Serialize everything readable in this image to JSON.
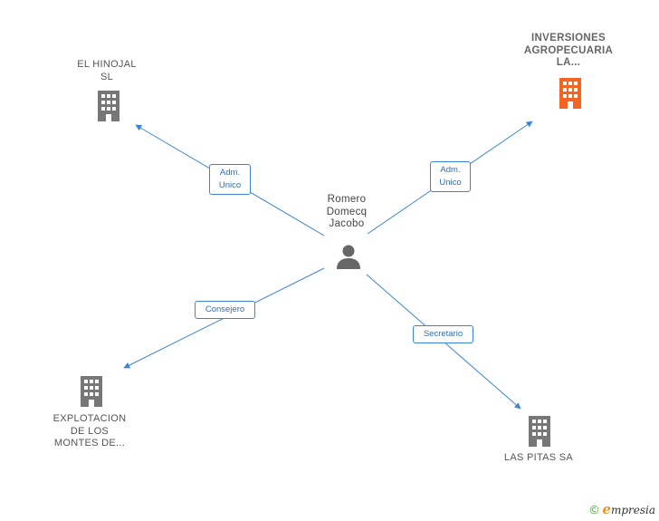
{
  "person": {
    "name_lines": [
      "Romero",
      "Domecq",
      "Jacobo"
    ],
    "icon": "person-icon"
  },
  "companies": [
    {
      "id": "el-hinojal",
      "label_lines": [
        "EL HINOJAL",
        "SL"
      ],
      "icon": "building-icon",
      "color": "#777777"
    },
    {
      "id": "inversiones",
      "label_lines": [
        "INVERSIONES",
        "AGROPECUARIA",
        "LA..."
      ],
      "icon": "building-icon",
      "color": "#f26522"
    },
    {
      "id": "explotacion",
      "label_lines": [
        "EXPLOTACION",
        "DE LOS",
        "MONTES DE..."
      ],
      "icon": "building-icon",
      "color": "#777777"
    },
    {
      "id": "las-pitas",
      "label_lines": [
        "LAS PITAS SA"
      ],
      "icon": "building-icon",
      "color": "#777777"
    }
  ],
  "relations": [
    {
      "target": "el-hinojal",
      "label_lines": [
        "Adm.",
        "Unico"
      ]
    },
    {
      "target": "inversiones",
      "label_lines": [
        "Adm.",
        "Unico"
      ]
    },
    {
      "target": "explotacion",
      "label_lines": [
        "Consejero"
      ]
    },
    {
      "target": "las-pitas",
      "label_lines": [
        "Secretario"
      ]
    }
  ],
  "colors": {
    "edge": "#3b86d4",
    "accent": "#f26522",
    "icon_gray": "#777777"
  },
  "footer": {
    "copyright": "©",
    "brand_initial": "e",
    "brand_rest": "mpresia"
  }
}
